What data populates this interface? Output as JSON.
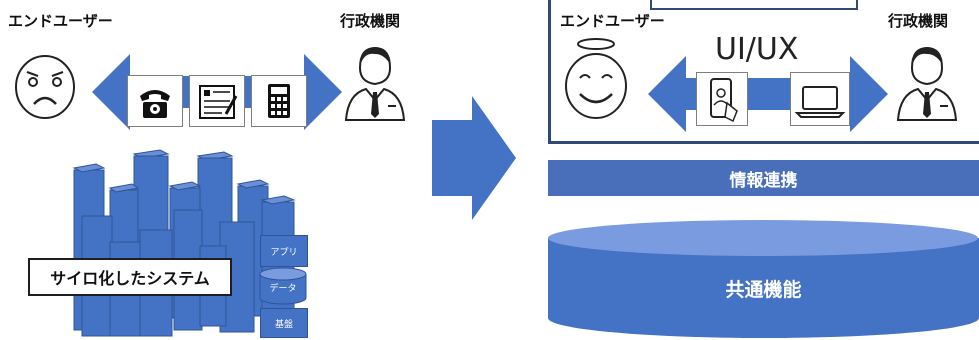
{
  "left": {
    "end_user_label": "エンドユーザー",
    "government_label": "行政機関",
    "silo_label": "サイロ化したシステム",
    "layers": [
      "アプリ",
      "データ",
      "基盤"
    ],
    "channel_icons": [
      "telephone-icon",
      "paper-form-icon",
      "calculator-icon"
    ],
    "user_face": "sad-face-icon",
    "official": "official-person-icon"
  },
  "right": {
    "end_user_label": "エンドユーザー",
    "government_label": "行政機関",
    "uiux_label": "UI/UX",
    "info_link_label": "情報連携",
    "common_label": "共通機能",
    "channel_icons": [
      "smartphone-icon",
      "laptop-icon"
    ],
    "user_face": "happy-face-icon",
    "official": "official-person-icon"
  },
  "colors": {
    "primary_blue": "#4472c4",
    "dark_navy": "#2f4a78",
    "bar_blue": "#4a6fba"
  }
}
